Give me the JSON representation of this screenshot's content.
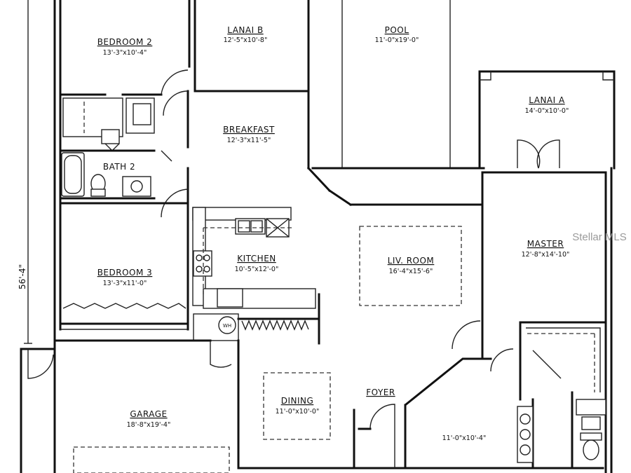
{
  "rooms": {
    "bedroom2": {
      "name": "BEDROOM 2",
      "dims": "13'-3\"x10'-4\""
    },
    "lanai_b": {
      "name": "LANAI B",
      "dims": "12'-5\"x10'-8\""
    },
    "pool": {
      "name": "POOL",
      "dims": "11'-0\"x19'-0\""
    },
    "lanai_a": {
      "name": "LANAI A",
      "dims": "14'-0\"x10'-0\""
    },
    "breakfast": {
      "name": "BREAKFAST",
      "dims": "12'-3\"x11'-5\""
    },
    "bath2": {
      "name": "BATH 2"
    },
    "kitchen": {
      "name": "KITCHEN",
      "dims": "10'-5\"x12'-0\""
    },
    "liv_room": {
      "name": "LIV. ROOM",
      "dims": "16'-4\"x15'-6\""
    },
    "master": {
      "name": "MASTER",
      "dims": "12'-8\"x14'-10\""
    },
    "bedroom3": {
      "name": "BEDROOM 3",
      "dims": "13'-3\"x11'-0\""
    },
    "garage": {
      "name": "GARAGE",
      "dims": "18'-8\"x19'-4\""
    },
    "dining": {
      "name": "DINING",
      "dims": "11'-0\"x10'-0\""
    },
    "foyer": {
      "name": "FOYER"
    },
    "study": {
      "dims": "11'-0\"x10'-4\""
    }
  },
  "overall_dimension": "56'-4\"",
  "water_heater_label": "WH",
  "watermark": "Stellar MLS"
}
